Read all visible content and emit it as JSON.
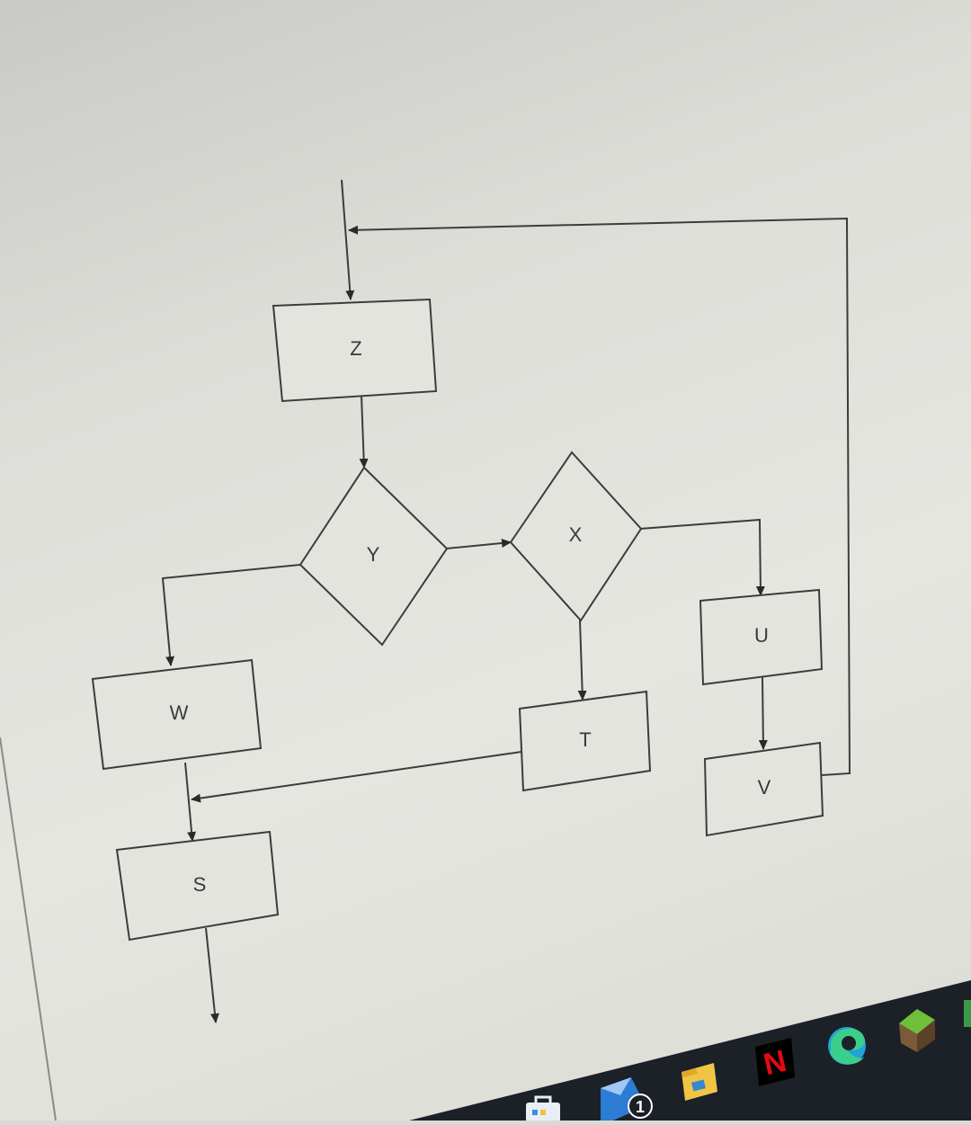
{
  "diagram": {
    "nodes": {
      "z": "Z",
      "y": "Y",
      "x": "X",
      "u": "U",
      "w": "W",
      "t": "T",
      "v": "V",
      "s": "S"
    }
  },
  "taskbar": {
    "mail_badge": "1",
    "netflix_label": "N",
    "icons": [
      "store-icon",
      "mail-icon",
      "file-explorer-icon",
      "netflix-icon",
      "edge-icon",
      "minecraft-icon"
    ]
  }
}
